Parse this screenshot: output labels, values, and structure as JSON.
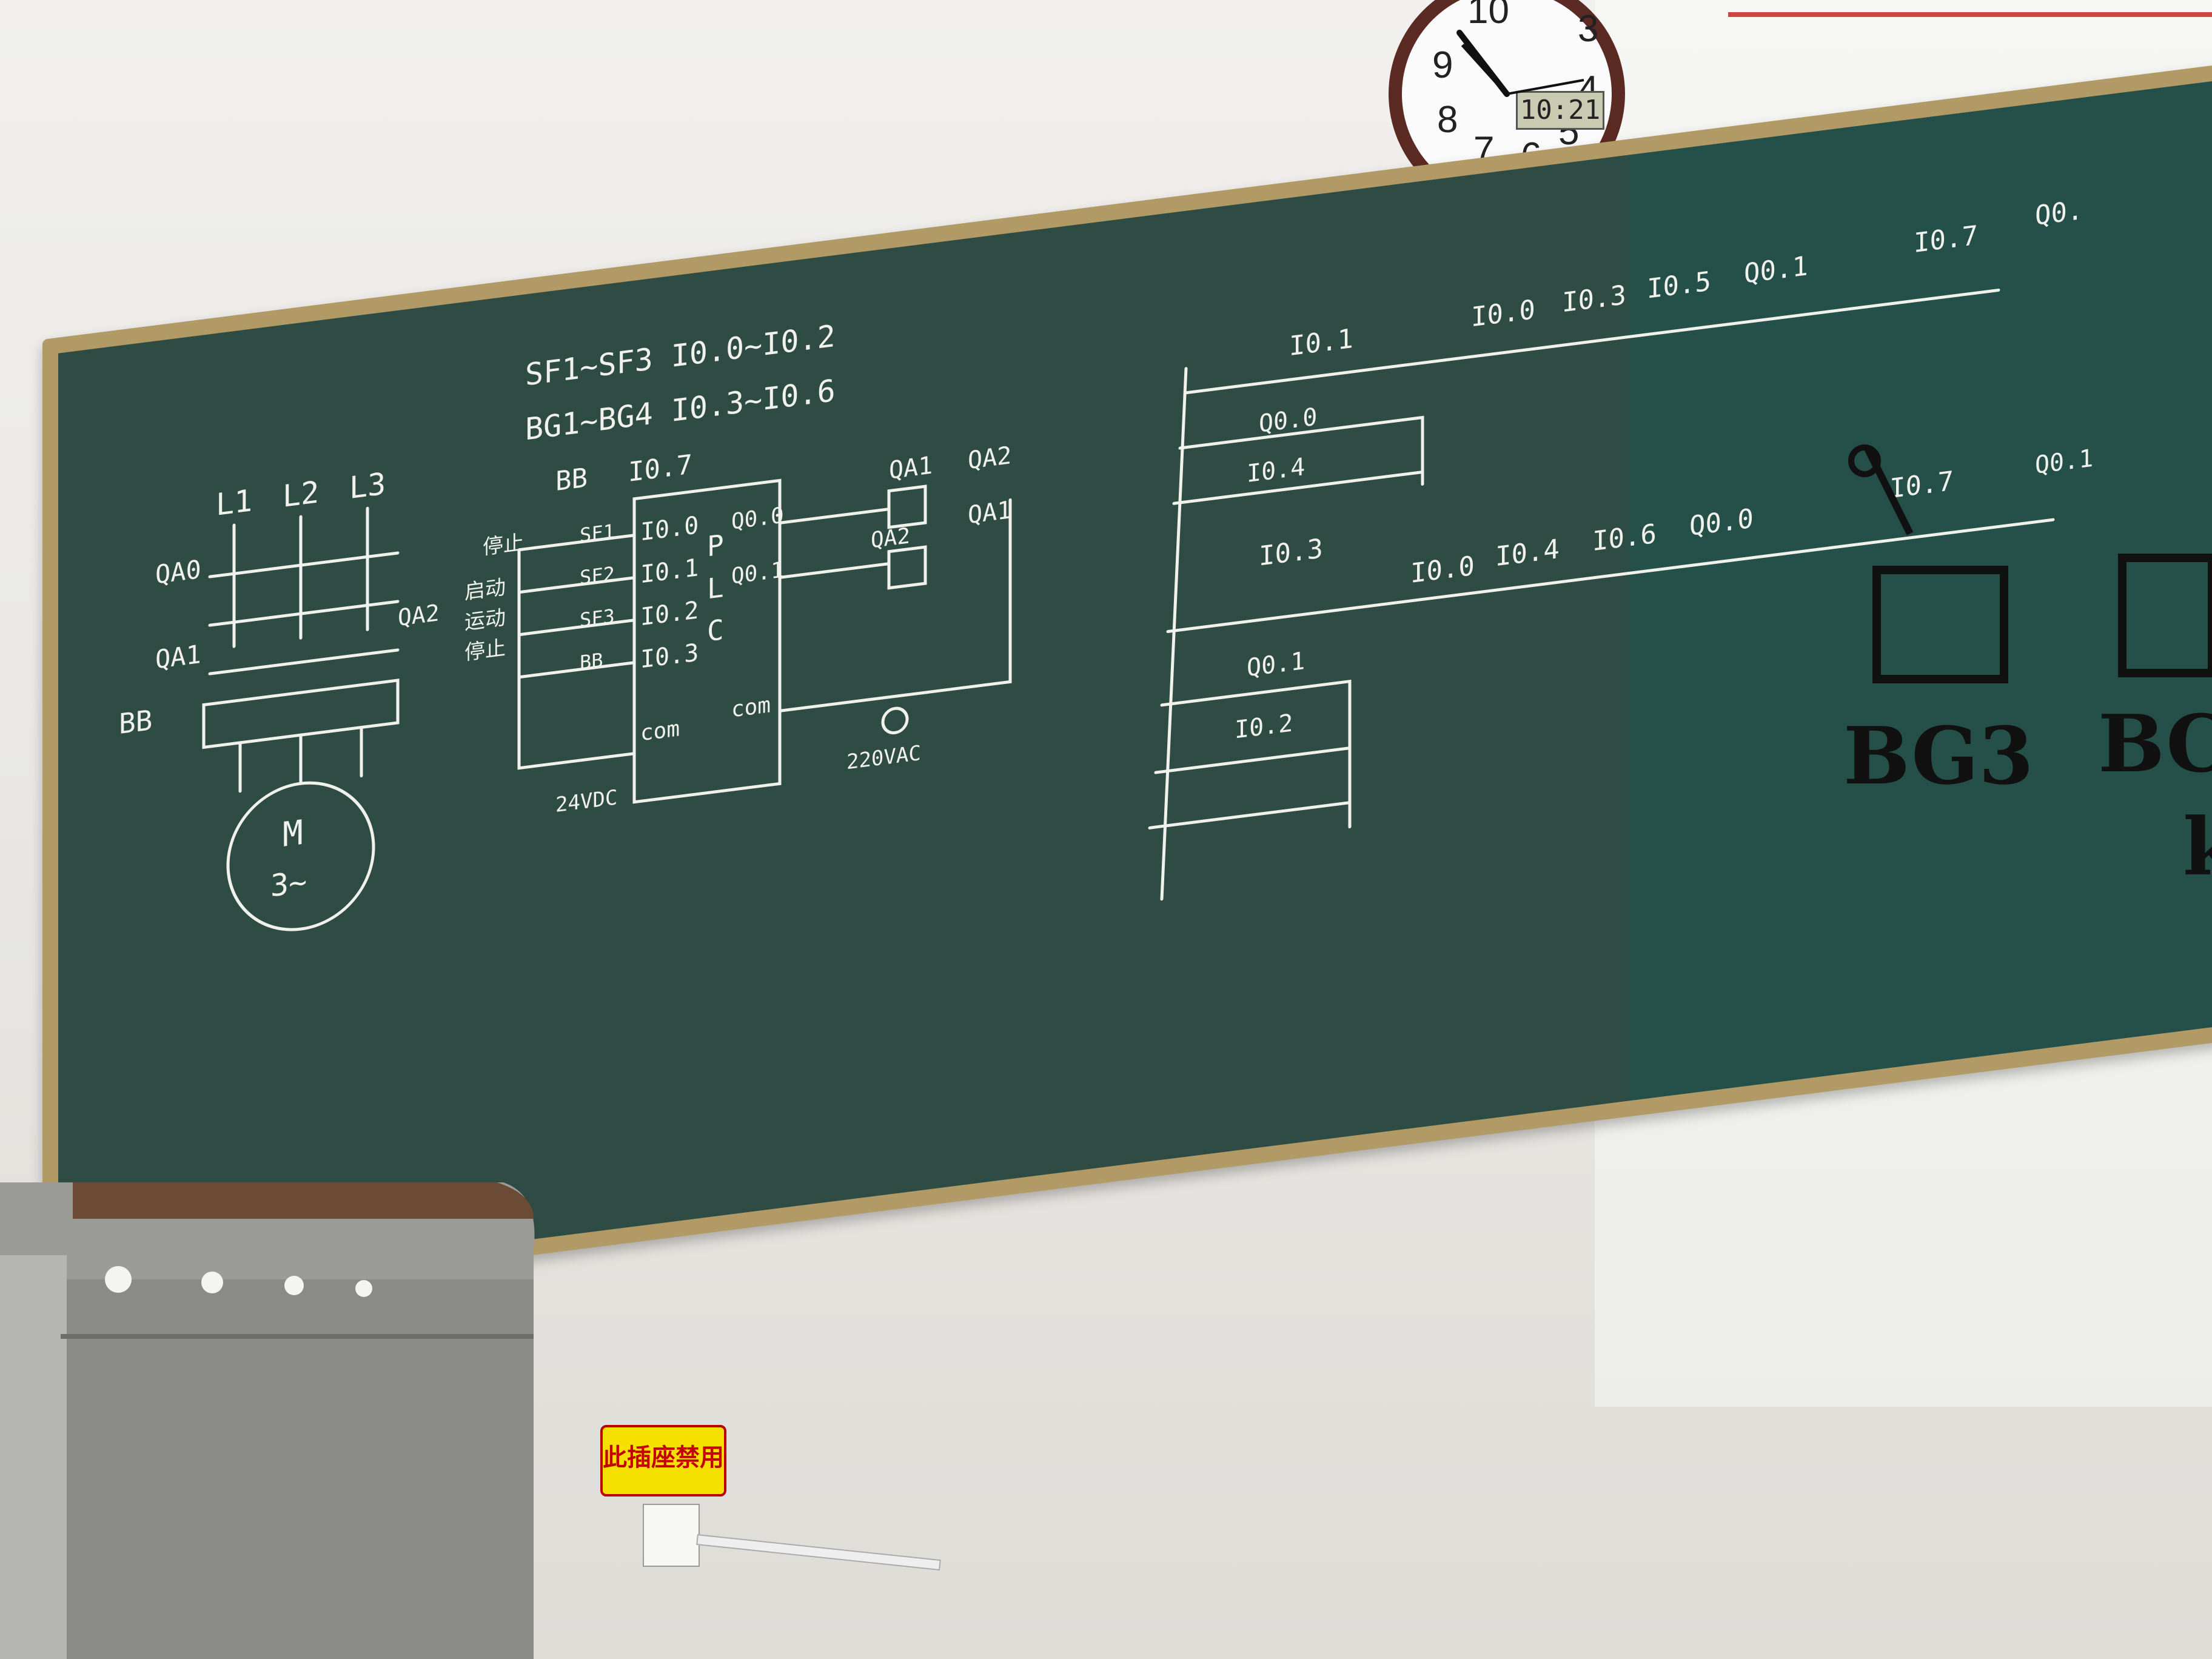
{
  "scene": {
    "wall_color": "#e9e8e4",
    "board_color": "#2e4c43",
    "frame_color": "#b29a66",
    "chalk_color": "#f1f1ec"
  },
  "clock": {
    "digital_time": "10:21",
    "dial_numbers": [
      "10",
      "3",
      "9",
      "4",
      "8",
      "7",
      "6",
      "5"
    ]
  },
  "sign": {
    "text": "此插座禁用"
  },
  "projected": {
    "labels": [
      "BG3",
      "BC",
      "k"
    ]
  },
  "board": {
    "io_map": [
      {
        "text": "SF1~SF3  I0.0~I0.2"
      },
      {
        "text": "BG1~BG4  I0.3~I0.6"
      }
    ],
    "power_circuit": {
      "phases": [
        "L1",
        "L2",
        "L3"
      ],
      "contactors": [
        "QA0",
        "QA1",
        "QA2"
      ],
      "relay": "BB",
      "motor": [
        "M",
        "3~"
      ]
    },
    "plc_wiring": {
      "relay_label": "BB",
      "relay_input": "I0.7",
      "inputs": [
        "I0.0",
        "I0.1",
        "I0.2",
        "I0.3"
      ],
      "left_labels": [
        "停止",
        "启动",
        "运动",
        "停止"
      ],
      "switches": [
        "SF1",
        "SF2",
        "SF3",
        "BB"
      ],
      "plc_letters": [
        "P",
        "L",
        "C"
      ],
      "outputs": [
        "Q0.0",
        "Q0.1"
      ],
      "com_left": "com",
      "com_right": "com",
      "supply_dc": "24VDC",
      "supply_ac": "220VAC",
      "coils": [
        "QA1",
        "QA2",
        "QA2",
        "QA1"
      ]
    },
    "ladder_rung1": {
      "contacts_top": [
        "I0.1",
        "I0.0",
        "I0.3",
        "I0.5",
        "Q0.1",
        "I0.7"
      ],
      "parallel": [
        "Q0.0",
        "I0.4"
      ],
      "coil": "Q0."
    },
    "ladder_rung2": {
      "first": "I0.3",
      "contacts": [
        "I0.0",
        "I0.4",
        "I0.6",
        "Q0.0"
      ],
      "parallel": [
        "Q0.1",
        "I0.2"
      ],
      "coil_hint": "Q0.1",
      "contact_last": "I0.7"
    }
  }
}
